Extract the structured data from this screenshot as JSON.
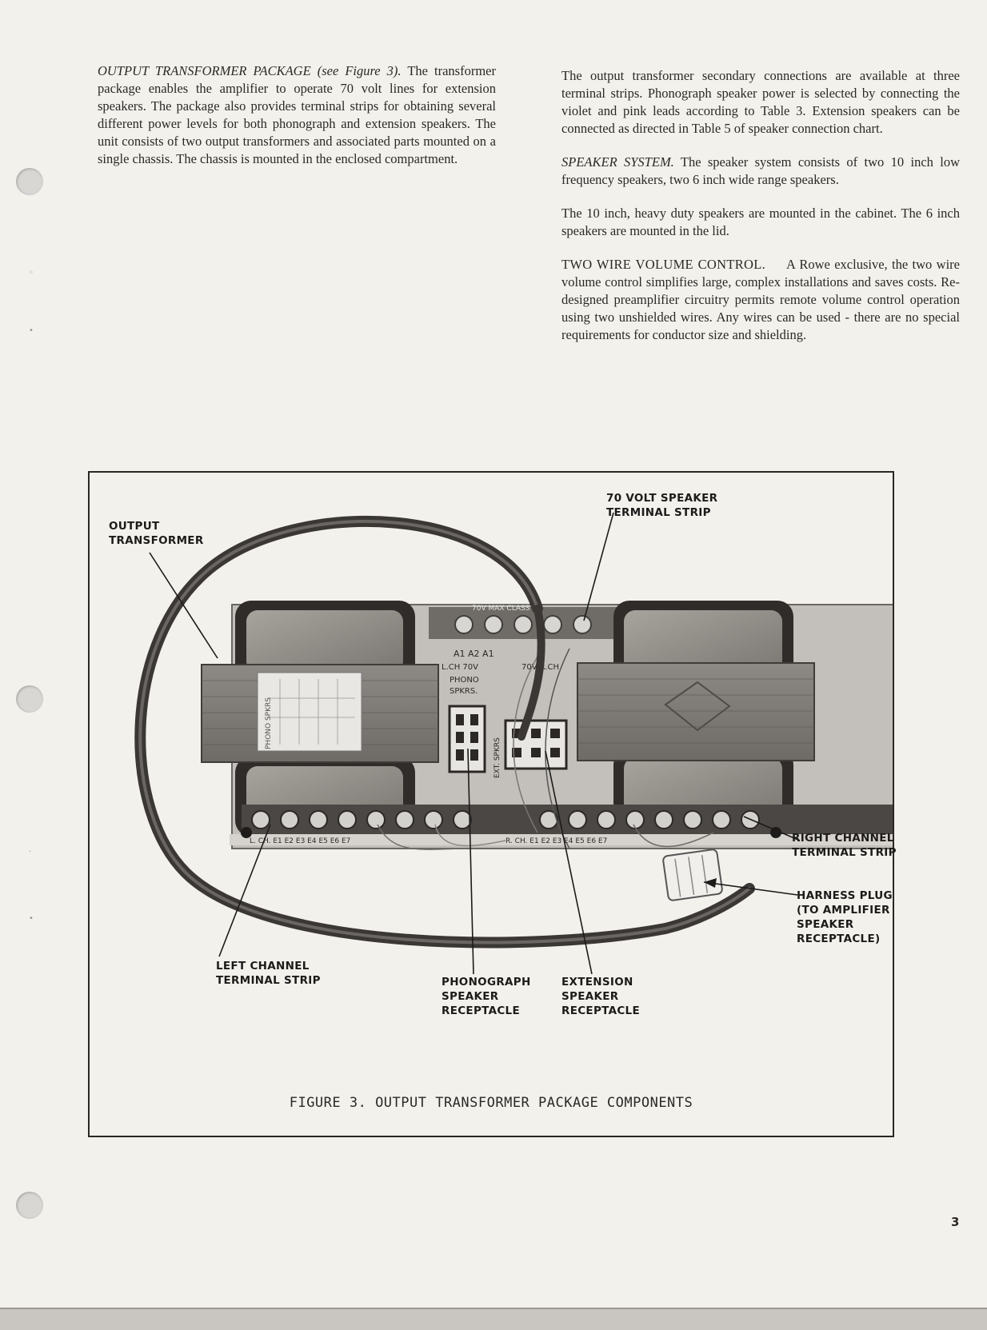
{
  "left_column": {
    "lead": "OUTPUT TRANSFORMER PACKAGE (see Figure 3).",
    "body": "The transformer package enables the amplifier to operate 70 volt lines for extension speakers. The package also provides terminal strips for obtaining several different power levels for both phonograph and extension speakers. The unit consists of two output transformers and associated parts mounted on a single chassis. The chassis is mounted in the enclosed compartment."
  },
  "right_column": {
    "p1": "The output transformer secondary connections are available at three terminal strips. Phonograph speaker power is selected by connecting the violet and pink leads according to Table 3. Extension speakers can be connected as directed in Table 5 of speaker connection chart.",
    "p2_lead": "SPEAKER SYSTEM.",
    "p2_body": "The speaker system consists of two 10 inch low frequency speakers, two 6 inch wide range speakers.",
    "p3": "The 10 inch, heavy duty speakers are mounted in the cabinet. The 6 inch speakers are mounted in the lid.",
    "p4_lead": "TWO WIRE VOLUME CONTROL.",
    "p4_body": "A Rowe exclusive, the two wire volume control simplifies large, complex installations and saves costs. Re-designed preamplifier circuitry permits remote volume control operation using two unshielded wires. Any wires can be used - there are no special requirements for conductor size and shielding."
  },
  "figure": {
    "callouts": {
      "output_transformer": [
        "OUTPUT",
        "TRANSFORMER"
      ],
      "seventy_volt_strip": [
        "70 VOLT SPEAKER",
        "TERMINAL STRIP"
      ],
      "right_channel_strip": [
        "RIGHT CHANNEL",
        "TERMINAL STRIP"
      ],
      "harness_plug": [
        "HARNESS PLUG",
        "(TO AMPLIFIER",
        "SPEAKER",
        "RECEPTACLE)"
      ],
      "left_channel_strip": [
        "LEFT CHANNEL",
        "TERMINAL STRIP"
      ],
      "phono_receptacle": [
        "PHONOGRAPH",
        "SPEAKER",
        "RECEPTACLE"
      ],
      "extension_receptacle": [
        "EXTENSION",
        "SPEAKER",
        "RECEPTACLE"
      ]
    },
    "board_labels": {
      "top_strip": "70V   MAX   CLASS II",
      "top_header": "A1   A2   A1",
      "l_ch_70v": "L.CH  70V",
      "r_ch_70v": "70V  R.CH",
      "phono_spkrs_1": "PHONO",
      "phono_spkrs_2": "SPKRS.",
      "ext_spkrs": "EXT. SPKRS",
      "sticker": "PHONO SPKRS",
      "left_strip": "L. CH.  E1   E2   E3   E4   E5   E6   E7",
      "right_strip": "R. CH.  E1   E2   E3   E4   E5   E6   E7"
    },
    "caption": "FIGURE 3.  OUTPUT TRANSFORMER PACKAGE COMPONENTS"
  },
  "page_number": "3"
}
